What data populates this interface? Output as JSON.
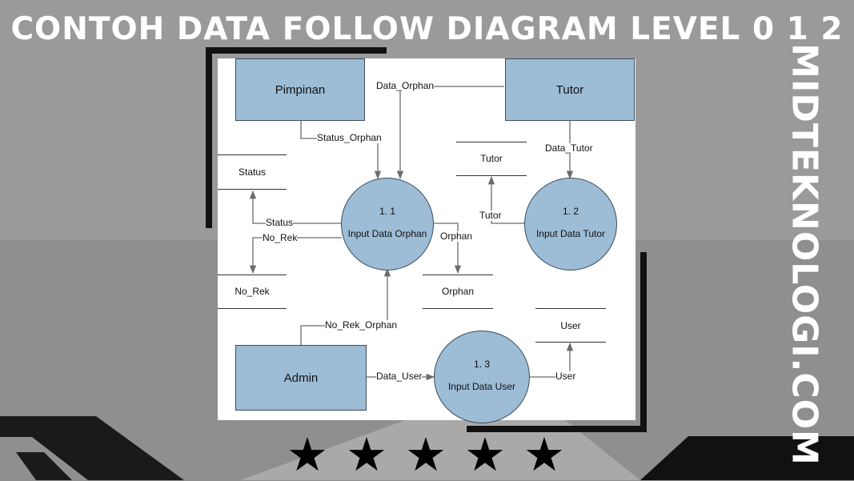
{
  "title": "CONTOH DATA FOLLOW DIAGRAM LEVEL 0 1 2",
  "side_text": "MIDTEKNOLOGI.COM",
  "entities": {
    "pimpinan": "Pimpinan",
    "tutor": "Tutor",
    "admin": "Admin"
  },
  "processes": {
    "p1": {
      "num": "1. 1",
      "label": "Input Data Orphan"
    },
    "p2": {
      "num": "1. 2",
      "label": "Input Data Tutor"
    },
    "p3": {
      "num": "1. 3",
      "label": "Input Data User"
    }
  },
  "stores": {
    "status": "Status",
    "tutor": "Tutor",
    "no_rek": "No_Rek",
    "orphan": "Orphan",
    "user": "User"
  },
  "flows": {
    "data_orphan": "Data_Orphan",
    "status_orphan": "Status_Orphan",
    "data_tutor": "Data_Tutor",
    "tutor": "Tutor",
    "status": "Status",
    "no_rek": "No_Rek",
    "orphan": "Orphan",
    "no_rek_orphan": "No_Rek_Orphan",
    "data_user": "Data_User",
    "user": "User"
  },
  "stars": {
    "count": 5,
    "icon": "star-icon"
  },
  "colors": {
    "entity_fill": "#9dbcd6",
    "background": "#8f8f8f"
  }
}
